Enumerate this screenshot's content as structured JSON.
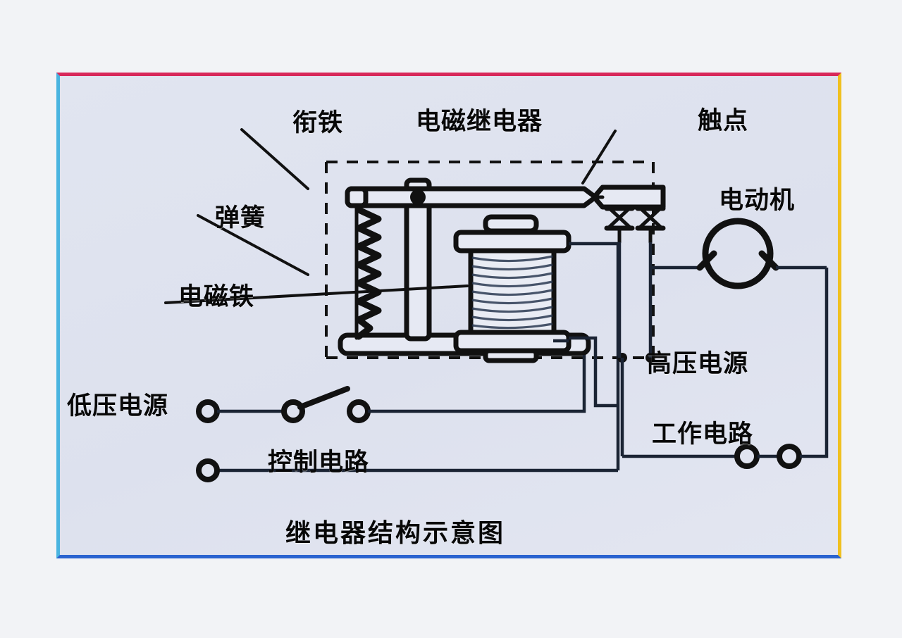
{
  "figure": {
    "caption": "继电器结构示意图",
    "background_color": "#dfe3ef",
    "page_background": "#f2f3f6",
    "ink_color": "#111111",
    "border": {
      "top_color": "#d8285a",
      "left_color": "#4ab4e0",
      "right_color": "#f0c020",
      "bottom_color": "#2a63d0"
    }
  },
  "labels": {
    "armature": "衔铁",
    "relay": "电磁继电器",
    "contacts": "触点",
    "motor": "电动机",
    "spring": "弹簧",
    "electromagnet": "电磁铁",
    "low_voltage_source": "低压电源",
    "high_voltage_source": "高压电源",
    "control_circuit": "控制电路",
    "working_circuit": "工作电路"
  },
  "diagram": {
    "type": "schematic",
    "subject": "electromagnetic relay structure",
    "components": [
      {
        "name": "armature",
        "label": "衔铁",
        "description": "horizontal pivoted iron bar at top of relay"
      },
      {
        "name": "pivot",
        "label": "",
        "description": "pivot dot on vertical support post"
      },
      {
        "name": "spring",
        "label": "弹簧",
        "description": "zigzag coil spring at left of armature"
      },
      {
        "name": "electromagnet",
        "label": "电磁铁",
        "description": "wire-wound coil on iron core"
      },
      {
        "name": "contacts",
        "label": "触点",
        "description": "two hourglass contact pairs under contact bar"
      },
      {
        "name": "motor",
        "label": "电动机",
        "description": "circle symbol in working circuit"
      },
      {
        "name": "switch",
        "label": "",
        "description": "open knife switch in control circuit"
      },
      {
        "name": "low-voltage-source",
        "label": "低压电源",
        "description": "two terminals on left of control circuit"
      },
      {
        "name": "high-voltage-source",
        "label": "高压电源",
        "description": "two terminals on bottom of working circuit"
      }
    ],
    "circuits": [
      {
        "name": "control-circuit",
        "label": "控制电路",
        "side": "left",
        "contains": [
          "低压电源",
          "开关",
          "电磁铁"
        ]
      },
      {
        "name": "working-circuit",
        "label": "工作电路",
        "side": "right",
        "contains": [
          "高压电源",
          "触点",
          "电动机"
        ]
      }
    ],
    "relay_boundary": {
      "style": "dashed",
      "encloses": "电磁继电器"
    }
  }
}
